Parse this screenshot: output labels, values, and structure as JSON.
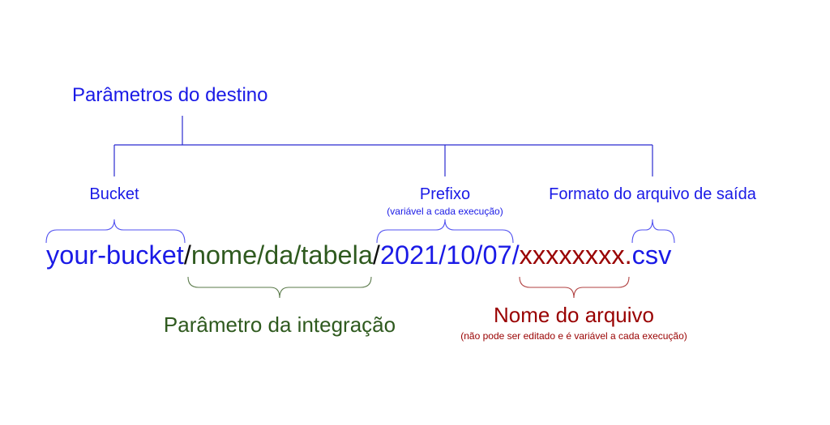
{
  "title": "Parâmetros do destino",
  "labels": {
    "bucket": "Bucket",
    "prefix": "Prefixo",
    "prefix_note": "(variável a cada execução)",
    "format": "Formato do arquivo de saída",
    "integration": "Parâmetro da integração",
    "filename": "Nome do arquivo",
    "filename_note": "(não pode ser editado e é variável a cada execução)"
  },
  "path": {
    "bucket": "your-bucket",
    "sep1": "/",
    "table": "nome/da/tabela",
    "sep2": "/",
    "prefix": "2021/10/07/",
    "filename": "xxxxxxxx.",
    "extension": "csv"
  },
  "colors": {
    "destination": "#1a1ae6",
    "integration": "#2f5a1f",
    "filename": "#990000"
  }
}
